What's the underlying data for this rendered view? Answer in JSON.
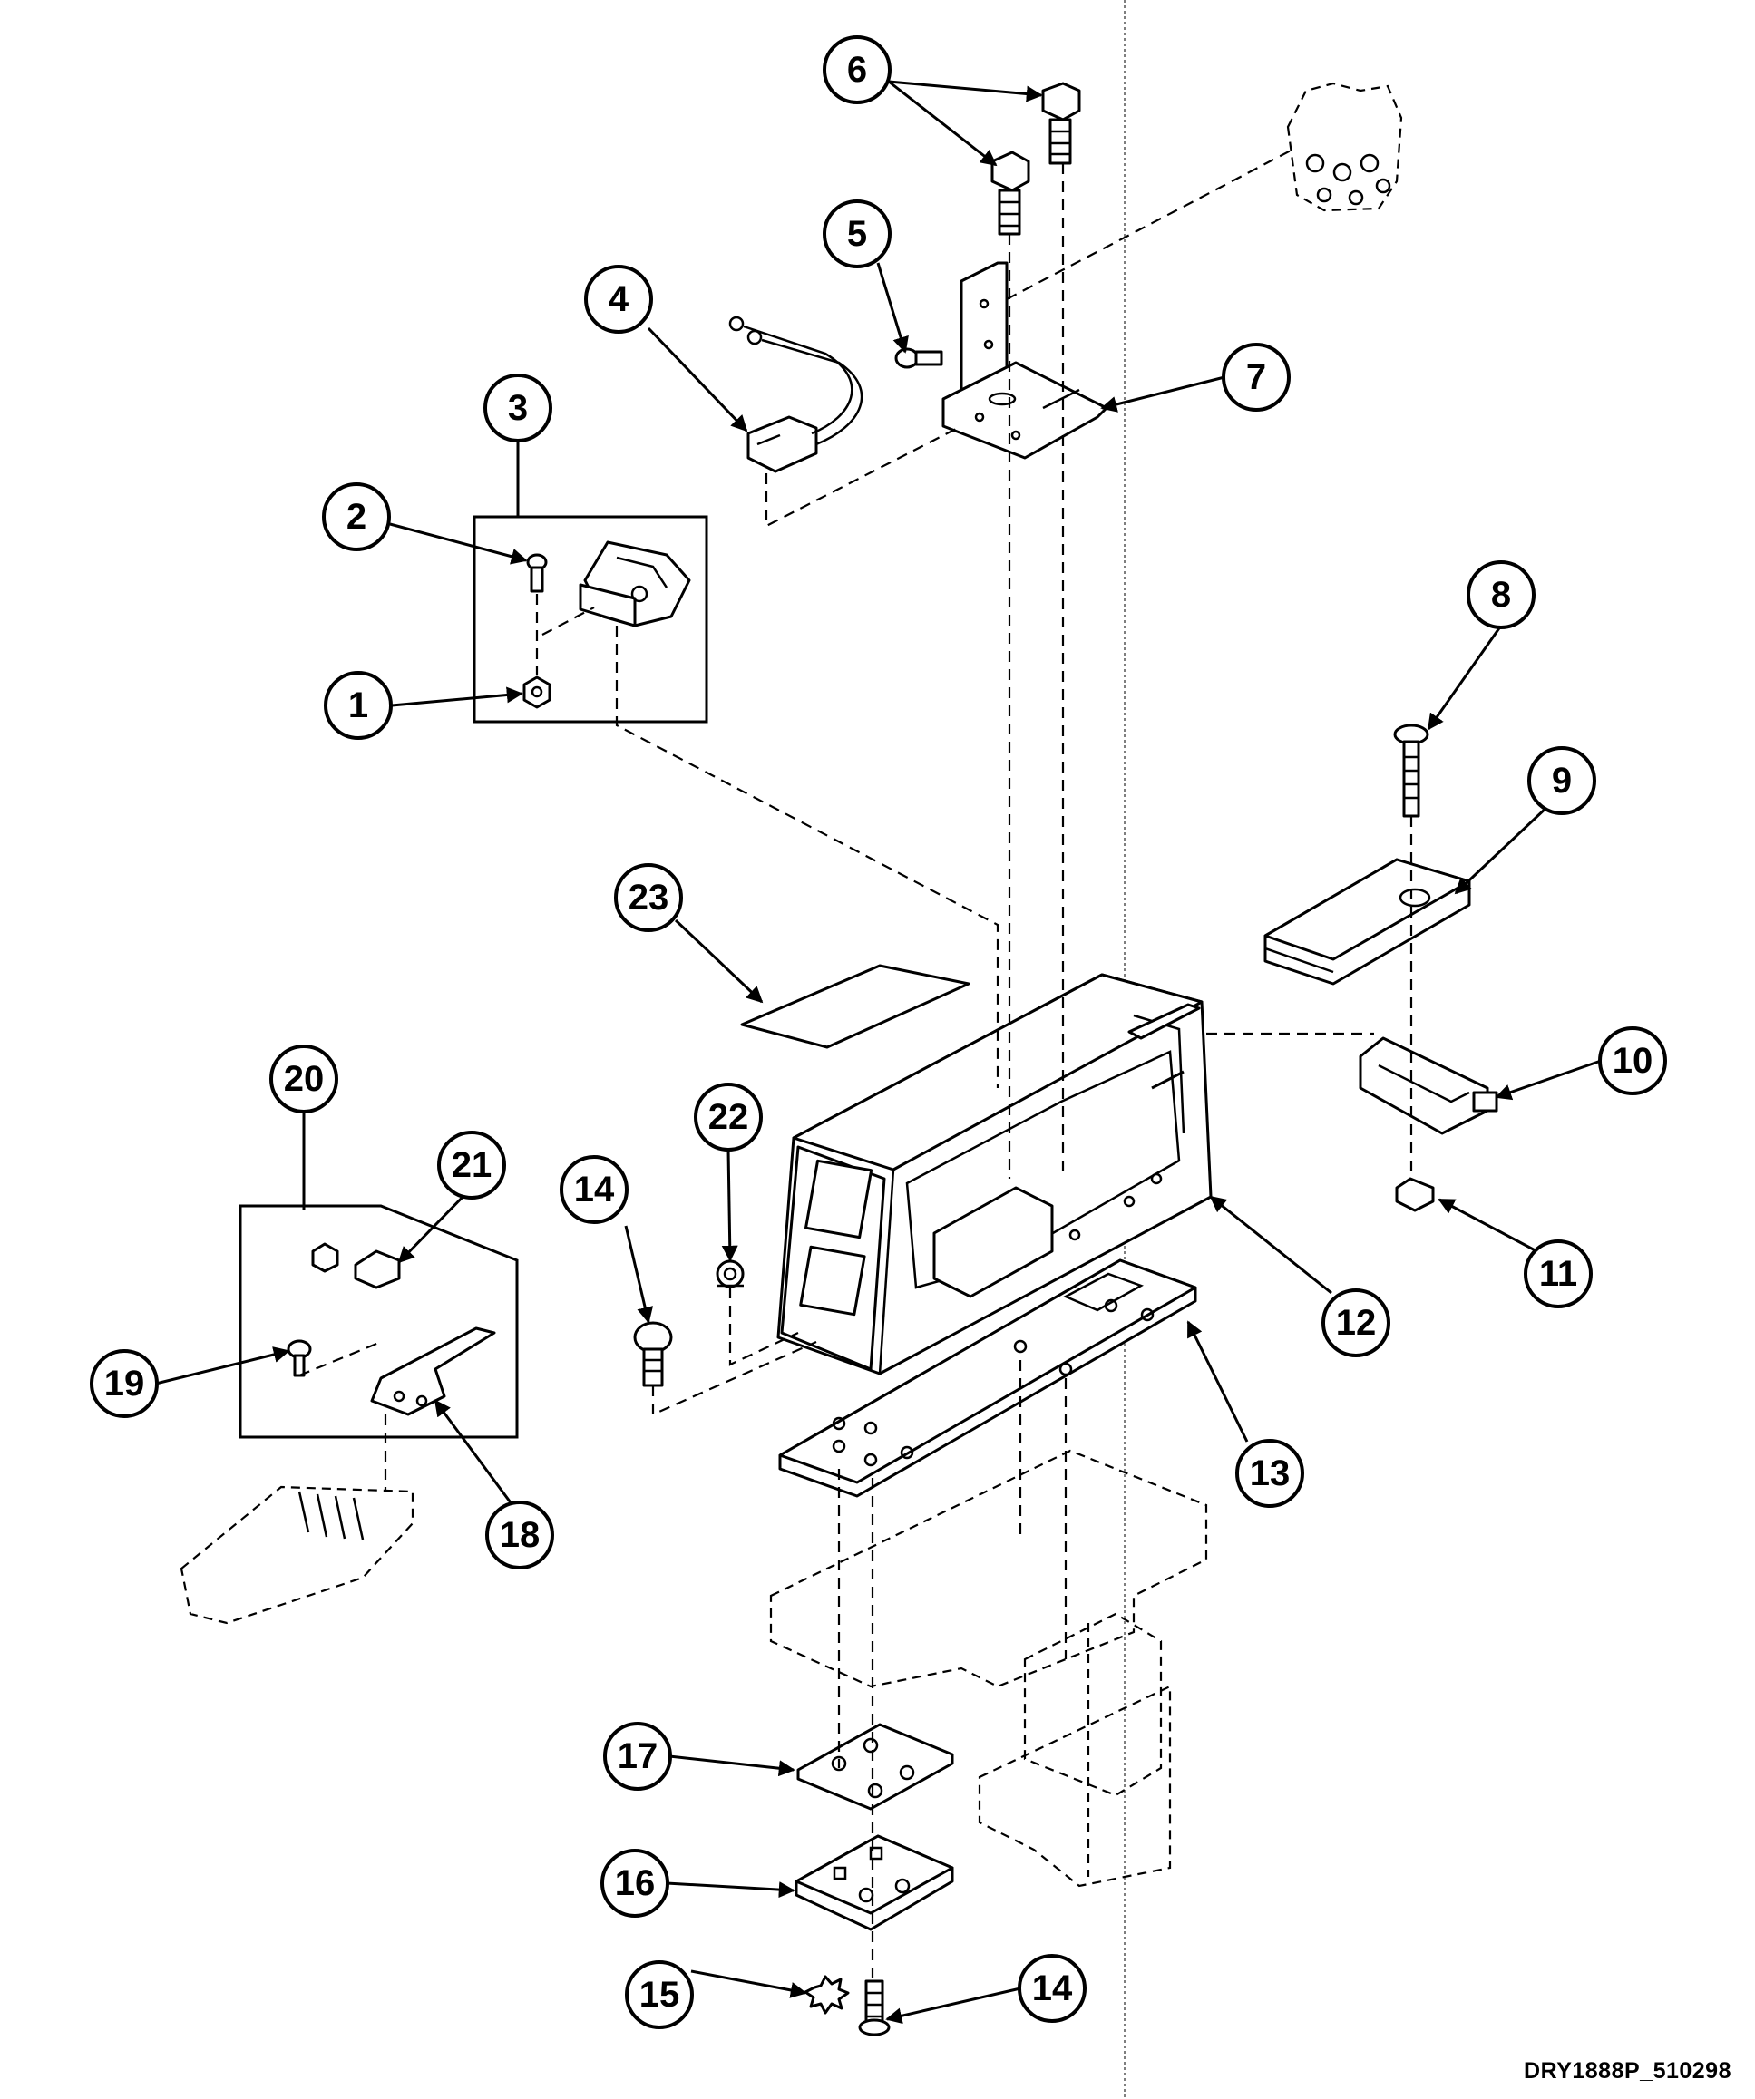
{
  "callouts": [
    {
      "label": "1"
    },
    {
      "label": "2"
    },
    {
      "label": "3"
    },
    {
      "label": "4"
    },
    {
      "label": "5"
    },
    {
      "label": "6"
    },
    {
      "label": "7"
    },
    {
      "label": "8"
    },
    {
      "label": "9"
    },
    {
      "label": "10"
    },
    {
      "label": "11"
    },
    {
      "label": "12"
    },
    {
      "label": "13"
    },
    {
      "label": "14"
    },
    {
      "label": "14"
    },
    {
      "label": "15"
    },
    {
      "label": "16"
    },
    {
      "label": "17"
    },
    {
      "label": "18"
    },
    {
      "label": "19"
    },
    {
      "label": "20"
    },
    {
      "label": "21"
    },
    {
      "label": "22"
    },
    {
      "label": "23"
    }
  ],
  "drawing_code": "DRY1888P_510298"
}
